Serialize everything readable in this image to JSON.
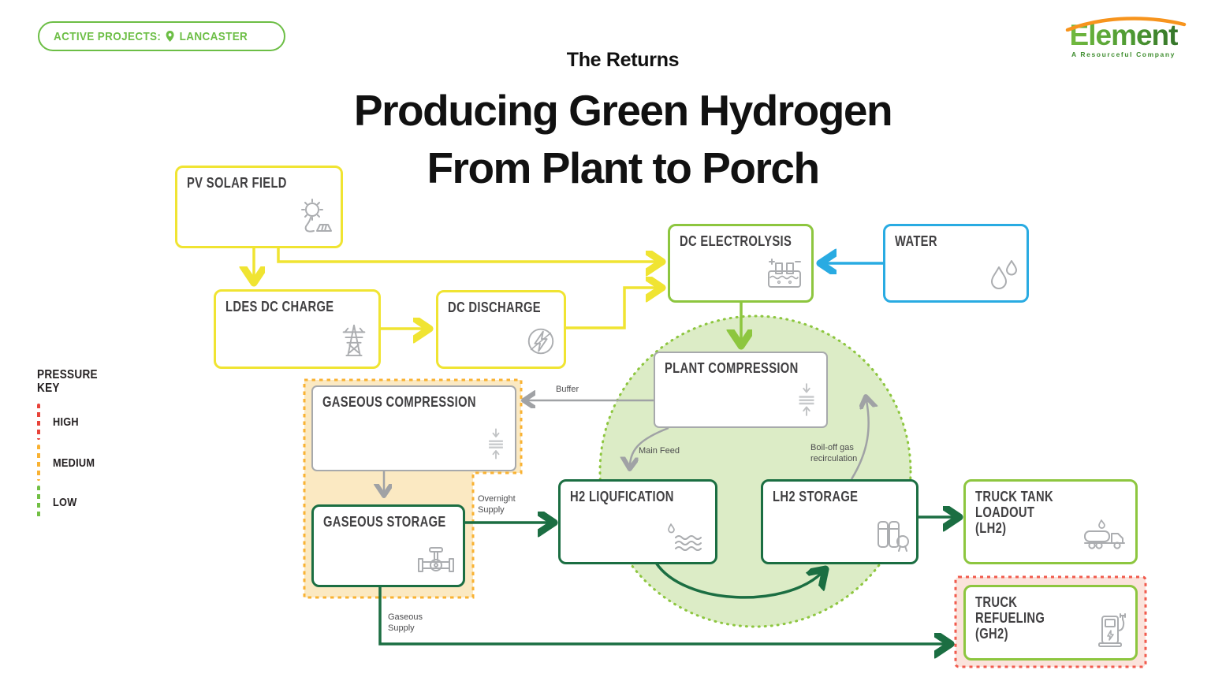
{
  "badge": {
    "label": "ACTIVE PROJECTS:",
    "location": "LANCASTER"
  },
  "logo": {
    "name": "Element",
    "tagline": "A Resourceful Company"
  },
  "header": {
    "kicker": "The Returns",
    "title_line1": "Producing Green Hydrogen",
    "title_line2": "From Plant to Porch"
  },
  "pressure_key": {
    "title_line1": "PRESSURE",
    "title_line2": "KEY",
    "items": [
      {
        "label": "HIGH",
        "color": "#E8433A"
      },
      {
        "label": "MEDIUM",
        "color": "#F9B233"
      },
      {
        "label": "LOW",
        "color": "#72BF44"
      }
    ]
  },
  "nodes": {
    "pv_solar": {
      "label": "PV SOLAR FIELD"
    },
    "ldes": {
      "label": "LDES DC CHARGE"
    },
    "discharge": {
      "label": "DC DISCHARGE"
    },
    "electrolysis": {
      "label": "DC ELECTROLYSIS"
    },
    "water": {
      "label": "WATER"
    },
    "plant_compression": {
      "label": "PLANT COMPRESSION"
    },
    "gaseous_compression": {
      "label": "GASEOUS COMPRESSION"
    },
    "gaseous_storage": {
      "label": "GASEOUS STORAGE"
    },
    "h2_liquification": {
      "label": "H2 LIQUFICATION"
    },
    "lh2_storage": {
      "label": "LH2 STORAGE"
    },
    "truck_loadout": {
      "line1": "TRUCK TANK",
      "line2": "LOADOUT",
      "line3": "(LH2)"
    },
    "truck_refueling": {
      "line1": "TRUCK",
      "line2": "REFUELING",
      "line3": "(GH2)"
    }
  },
  "flow_labels": {
    "buffer": "Buffer",
    "main_feed": "Main Feed",
    "boil_off_line1": "Boil-off gas",
    "boil_off_line2": "recirculation",
    "overnight_line1": "Overnight",
    "overnight_line2": "Supply",
    "gaseous_line1": "Gaseous",
    "gaseous_line2": "Supply"
  },
  "colors": {
    "yellow_power": "#F0E432",
    "light_green": "#8DC63F",
    "water_blue": "#29ABE2",
    "dark_green": "#1B6E42",
    "gray_line": "#A0A2A5",
    "medium_pressure_fill": "#FBE9C2",
    "medium_pressure_dash": "#F9B233",
    "high_pressure_fill": "#FBE3DC",
    "high_pressure_dash": "#F15B4E",
    "circle_fill": "#DCECC6"
  }
}
